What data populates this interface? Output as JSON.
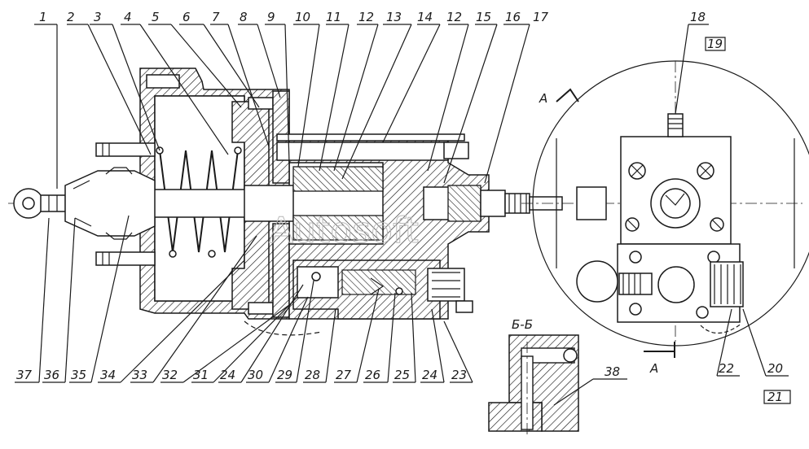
{
  "diagram": {
    "part_numbers_top": [
      "1",
      "2",
      "3",
      "4",
      "5",
      "6",
      "7",
      "8",
      "9",
      "10",
      "11",
      "12",
      "13",
      "14",
      "12",
      "15",
      "16",
      "17"
    ],
    "part_numbers_bottom": [
      "37",
      "36",
      "35",
      "34",
      "33",
      "32",
      "31",
      "24",
      "30",
      "29",
      "28",
      "27",
      "26",
      "25",
      "24",
      "23"
    ],
    "part_numbers_right": [
      "18",
      "19",
      "22",
      "20",
      "21"
    ],
    "callout_38": "38",
    "section_label": "Б-Б",
    "view_label_top": "А",
    "view_label_bottom": "А",
    "watermark": "Autosoft"
  }
}
